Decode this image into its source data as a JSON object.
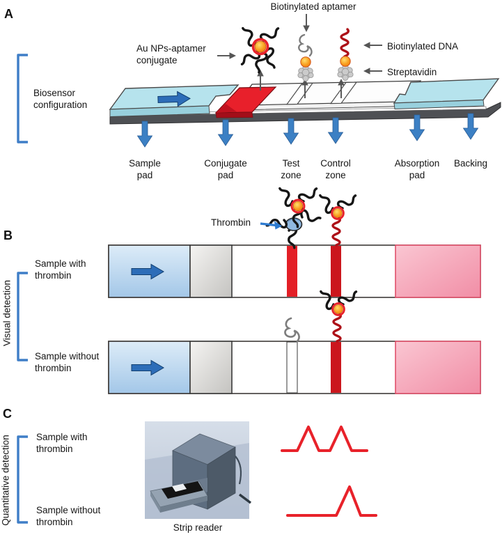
{
  "figure": {
    "panel_a": {
      "letter": "A",
      "bracket_label": "Biosensor\nconfiguration",
      "label_au_np_conjugate": "Au NPs-aptamer\nconjugate",
      "label_biotinylated_aptamer": "Biotinylated aptamer",
      "label_biotinylated_dna": "Biotinylated DNA",
      "label_streptavidin": "Streptavidin",
      "pad_labels": [
        "Sample\npad",
        "Conjugate\npad",
        "Test\nzone",
        "Control\nzone",
        "Absorption\npad",
        "Backing"
      ]
    },
    "panel_b": {
      "letter": "B",
      "side_label": "Visual detection",
      "row_with": "Sample with\nthrombin",
      "row_without": "Sample without\nthrombin",
      "label_thrombin": "Thrombin"
    },
    "panel_c": {
      "letter": "C",
      "side_label": "Quantitative detection",
      "row_with": "Sample with\nthrombin",
      "row_without": "Sample without\nthrombin",
      "caption_strip_reader": "Strip reader"
    },
    "colors": {
      "flow_arrow_blue": "#3c80c4",
      "bracket_blue": "#3f7ec7",
      "test_line_red": "#e31f26",
      "control_line_red": "#cb161d",
      "conjugate_pad_red": "#e8202b",
      "pad_cyan": "#b6e3ed",
      "absorption_pink": "#f28ca4",
      "signal_curve_red": "#e8222a",
      "gold_nanoparticle_orange": "#f89b1c",
      "backing_gray": "#4e5054"
    }
  }
}
